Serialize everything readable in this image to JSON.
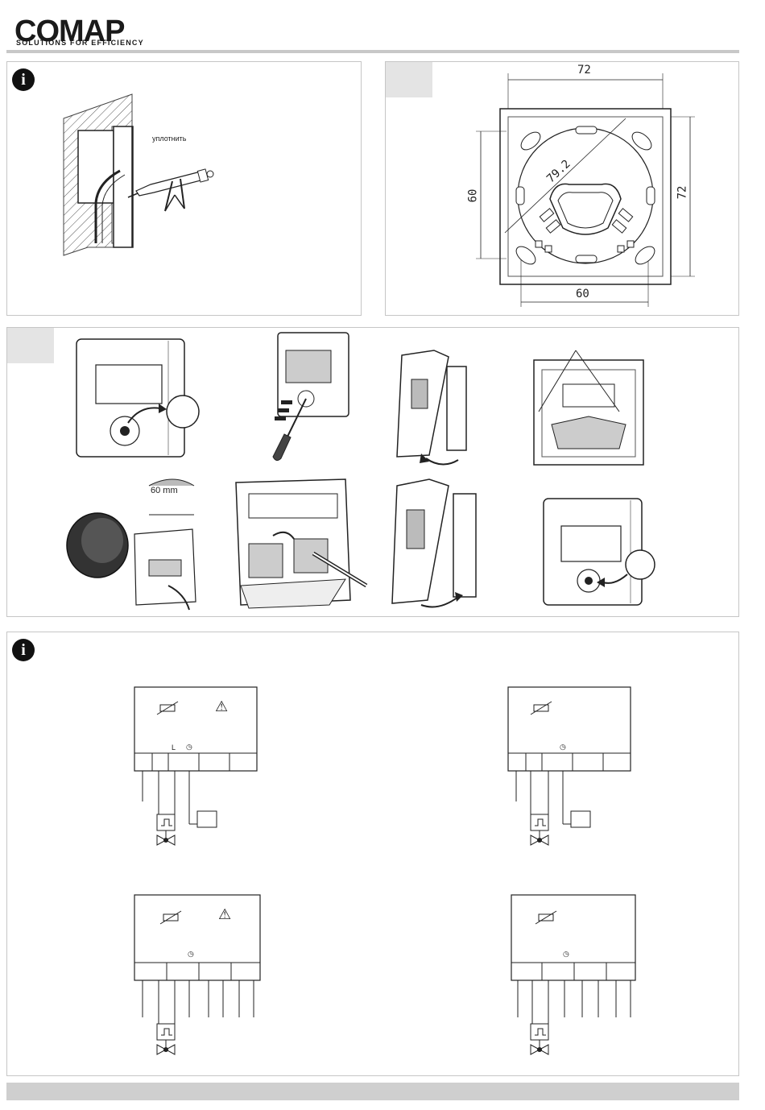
{
  "header": {
    "logo": "COMAP",
    "tagline": "SOLUTIONS FOR EFFICIENCY"
  },
  "section1": {
    "seal_label": "уплотнить"
  },
  "dimensions": {
    "top_width": "72",
    "right_height": "72",
    "left_height": "60",
    "bottom_width": "60",
    "diagonal": "79.2"
  },
  "install": {
    "box_width": "60 mm"
  },
  "wiring": {
    "terminal_L": "L",
    "clock_symbol": "◷",
    "warning_symbol": "⚠"
  },
  "icons": {
    "info": "i"
  }
}
